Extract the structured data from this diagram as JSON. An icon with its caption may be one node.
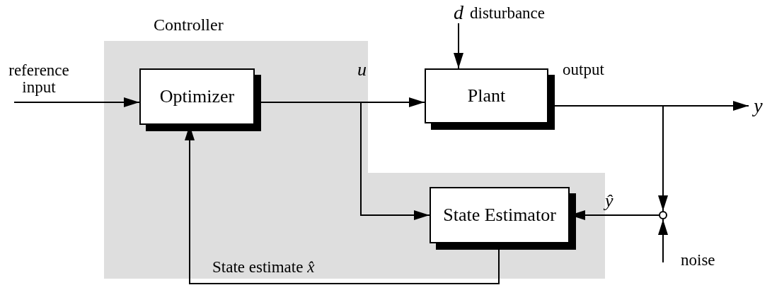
{
  "diagram": {
    "nodes": [
      {
        "text": [
          "Controller"
        ]
      },
      {
        "text": [
          "Optimizer"
        ],
        "in": 0
      },
      {
        "text": [
          "Plant"
        ]
      },
      {
        "text": [
          "State Estimator"
        ],
        "in": 0
      },
      {
        "text": [
          "reference input"
        ]
      },
      {
        "text": [
          "y"
        ]
      },
      {
        "text": [],
        "shape": "circle"
      },
      {
        "text": [
          "d"
        ]
      }
    ],
    "edges": [
      {
        "from": 4,
        "to": 1,
        "arrow": "to"
      },
      {
        "from": 1,
        "to": 2,
        "arrow": "to",
        "label": "u"
      },
      {
        "from": 2,
        "to": 5,
        "arrow": "to",
        "label": "output"
      },
      {
        "from": 2,
        "to": 6,
        "arrow": "to"
      },
      {
        "from": 1,
        "to": 3,
        "arrow": "to"
      },
      {
        "from": 6,
        "to": 3,
        "arrow": "to",
        "label": "ŷ"
      },
      {
        "from": 3,
        "to": 1,
        "arrow": "to",
        "label": "State estimate *x̂*"
      },
      {
        "from": 7,
        "to": 2,
        "arrow": "to",
        "label": "disturbance"
      },
      {
        "from": null,
        "to": 6,
        "arrow": "to",
        "label": "noise"
      }
    ]
  }
}
